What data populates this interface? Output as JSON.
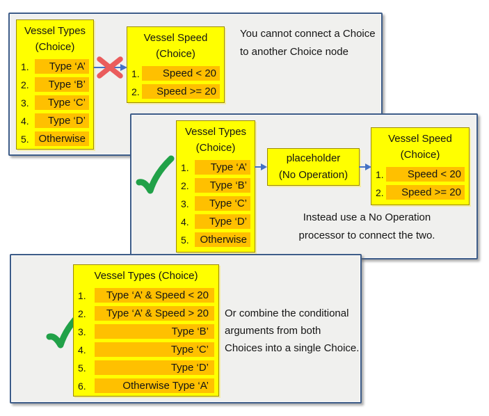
{
  "colors": {
    "panel_border": "#3d5c88",
    "panel_bg": "#f0f0ee",
    "box_bg": "#ffff00",
    "box_border": "#9c8a00",
    "row_bg": "#ffc000",
    "arrow_blue": "#4472c4",
    "cross_red": "#ea5c5c",
    "check_green": "#21a148"
  },
  "panel_cannot_connect": {
    "vessel_types_box": {
      "title_line1": "Vessel Types",
      "title_line2": "(Choice)",
      "items": [
        {
          "num": "1.",
          "label": "Type ‘A’"
        },
        {
          "num": "2.",
          "label": "Type ‘B’"
        },
        {
          "num": "3.",
          "label": "Type ‘C’"
        },
        {
          "num": "4.",
          "label": "Type ‘D’"
        },
        {
          "num": "5.",
          "label": "Otherwise"
        }
      ]
    },
    "vessel_speed_box": {
      "title_line1": "Vessel Speed",
      "title_line2": "(Choice)",
      "items": [
        {
          "num": "1.",
          "label": "Speed < 20"
        },
        {
          "num": "2.",
          "label": "Speed >= 20"
        }
      ]
    },
    "caption_line1": "You cannot connect a Choice",
    "caption_line2": "to another Choice node"
  },
  "panel_no_operation": {
    "vessel_types_box": {
      "title_line1": "Vessel Types",
      "title_line2": "(Choice)",
      "items": [
        {
          "num": "1.",
          "label": "Type ‘A’"
        },
        {
          "num": "2.",
          "label": "Type ‘B’"
        },
        {
          "num": "3.",
          "label": "Type ‘C’"
        },
        {
          "num": "4.",
          "label": "Type ‘D’"
        },
        {
          "num": "5.",
          "label": "Otherwise"
        }
      ]
    },
    "placeholder_box": {
      "line1": "placeholder",
      "line2": "(No Operation)"
    },
    "vessel_speed_box": {
      "title_line1": "Vessel Speed",
      "title_line2": "(Choice)",
      "items": [
        {
          "num": "1.",
          "label": "Speed < 20"
        },
        {
          "num": "2.",
          "label": "Speed >= 20"
        }
      ]
    },
    "caption_line1": "Instead use a No Operation",
    "caption_line2": "processor to connect the two."
  },
  "panel_combined": {
    "combined_box": {
      "title": "Vessel Types (Choice)",
      "items": [
        {
          "num": "1.",
          "label": "Type ‘A’ & Speed < 20"
        },
        {
          "num": "2.",
          "label": "Type ‘A’ & Speed > 20"
        },
        {
          "num": "3.",
          "label": "Type ‘B’"
        },
        {
          "num": "4.",
          "label": "Type ‘C’"
        },
        {
          "num": "5.",
          "label": "Type ‘D’"
        },
        {
          "num": "6.",
          "label": "Otherwise Type ‘A’"
        }
      ]
    },
    "caption_line1": "Or combine the conditional",
    "caption_line2": "arguments from both",
    "caption_line3": "Choices into a single Choice."
  }
}
